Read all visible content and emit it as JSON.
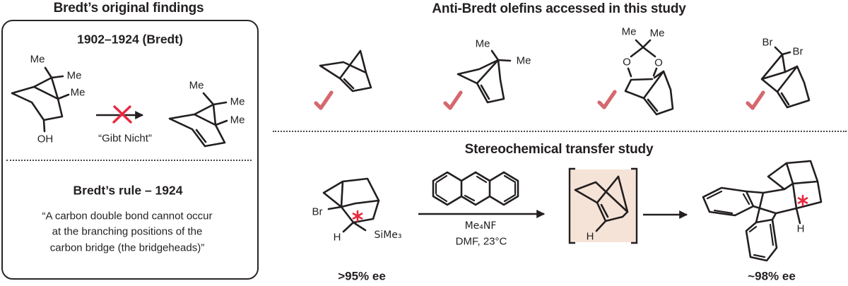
{
  "colors": {
    "ink": "#231f20",
    "accent_red": "#e8283f",
    "check_red": "#d5686e",
    "highlight_peach": "#f6e3d7"
  },
  "left_panel": {
    "title": "Bredt’s original findings",
    "period_heading": "1902–1924 (Bredt)",
    "reactant": {
      "me_top": "Me",
      "me_mid": "Me",
      "me_low": "Me",
      "oh": "OH"
    },
    "arrow_caption": "“Gibt Nicht”",
    "product": {
      "me_top": "Me",
      "me_mid": "Me",
      "me_low": "Me"
    },
    "rule_heading": "Bredt’s rule – 1924",
    "rule_quote": [
      "“A carbon double bond cannot occur",
      "at the branching positions of the",
      "carbon bridge (the bridgeheads)”"
    ]
  },
  "anti_bredt_section": {
    "title": "Anti-Bredt olefins accessed in this study",
    "olefin_2": {
      "me_1": "Me",
      "me_2": "Me"
    },
    "olefin_3": {
      "me_1": "Me",
      "me_2": "Me",
      "o_1": "O",
      "o_2": "O"
    },
    "olefin_4": {
      "br_1": "Br",
      "br_2": "Br"
    }
  },
  "stereo_section": {
    "title": "Stereochemical transfer study",
    "substrate": {
      "br": "Br",
      "h": "H",
      "silyl": "SiMe₃",
      "ee": ">95% ee"
    },
    "conditions": {
      "reagent": "Me₄NF",
      "solvent_temp": "DMF, 23°C"
    },
    "intermediate": {
      "h": "H"
    },
    "product": {
      "h": "H",
      "ee": "~98% ee"
    },
    "stereocenter_marker": "*"
  }
}
